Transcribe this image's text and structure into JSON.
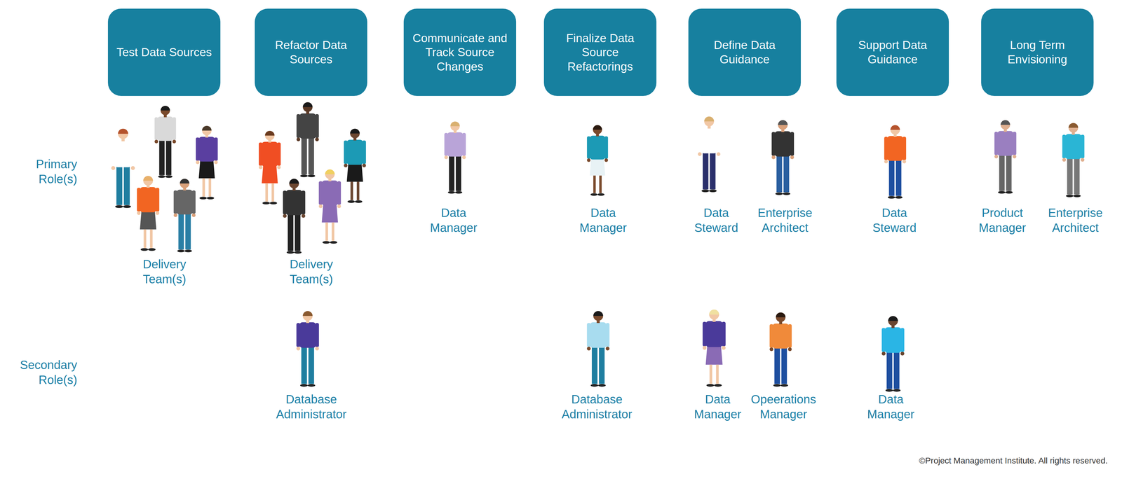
{
  "diagram": {
    "nodes": [
      {
        "text": [
          "Test Data Sources"
        ]
      },
      {
        "text": [
          "Refactor Data Sources"
        ]
      },
      {
        "text": [
          "Communicate and Track Source Changes"
        ]
      },
      {
        "text": [
          "Finalize Data Source Refactorings"
        ]
      },
      {
        "text": [
          "Define Data Guidance"
        ]
      },
      {
        "text": [
          "Support Data Guidance"
        ]
      },
      {
        "text": [
          "Long Term Envisioning"
        ]
      }
    ],
    "labels": [
      "Primary Role(s)",
      "Delivery Team(s)",
      "Delivery Team(s)",
      "Data Manager",
      "Data Manager",
      "Data Steward",
      "Enterprise Architect",
      "Data Steward",
      "Product Manager",
      "Enterprise Architect",
      "Secondary Role(s)",
      "Database Administrator",
      "Database Administrator",
      "Data Manager",
      "Opeerations Manager",
      "Data Manager",
      "©Project Management Institute. All rights reserved."
    ]
  }
}
